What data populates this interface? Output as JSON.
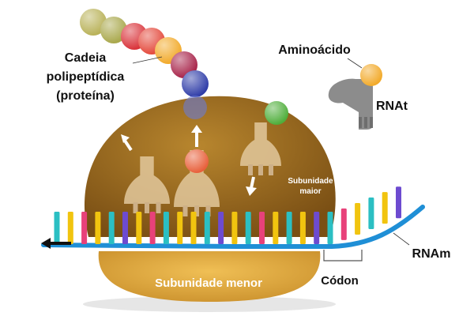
{
  "labels": {
    "chain": [
      "Cadeia",
      "polipeptídica",
      "(proteína)"
    ],
    "aminoacid": "Aminoácido",
    "trna": "RNAt",
    "large_subunit": [
      "Subunidade",
      "maior"
    ],
    "small_subunit": "Subunidade menor",
    "codon": "Códon",
    "mrna": "RNAm"
  },
  "colors": {
    "large_subunit": "#9a6a22",
    "small_subunit": "#d9a441",
    "trna_free": "#8c8c8c",
    "trna_bound": "#e2c89c",
    "mrna_strand": "#1f8fd6",
    "arrow": "#ffffff",
    "chain_beads": [
      "#b9b259",
      "#a9a84c",
      "#d9333a",
      "#e44a3d",
      "#f2aa2a",
      "#a8244a",
      "#2f3da8"
    ],
    "nucleotides": [
      "#2bbfc3",
      "#f1c40f",
      "#e8417a",
      "#6d4bd0"
    ]
  },
  "icons": {
    "exit_arrow": "arrow-left-icon",
    "up_arrow": "arrow-up-icon",
    "down_arrow": "arrow-down-icon"
  }
}
